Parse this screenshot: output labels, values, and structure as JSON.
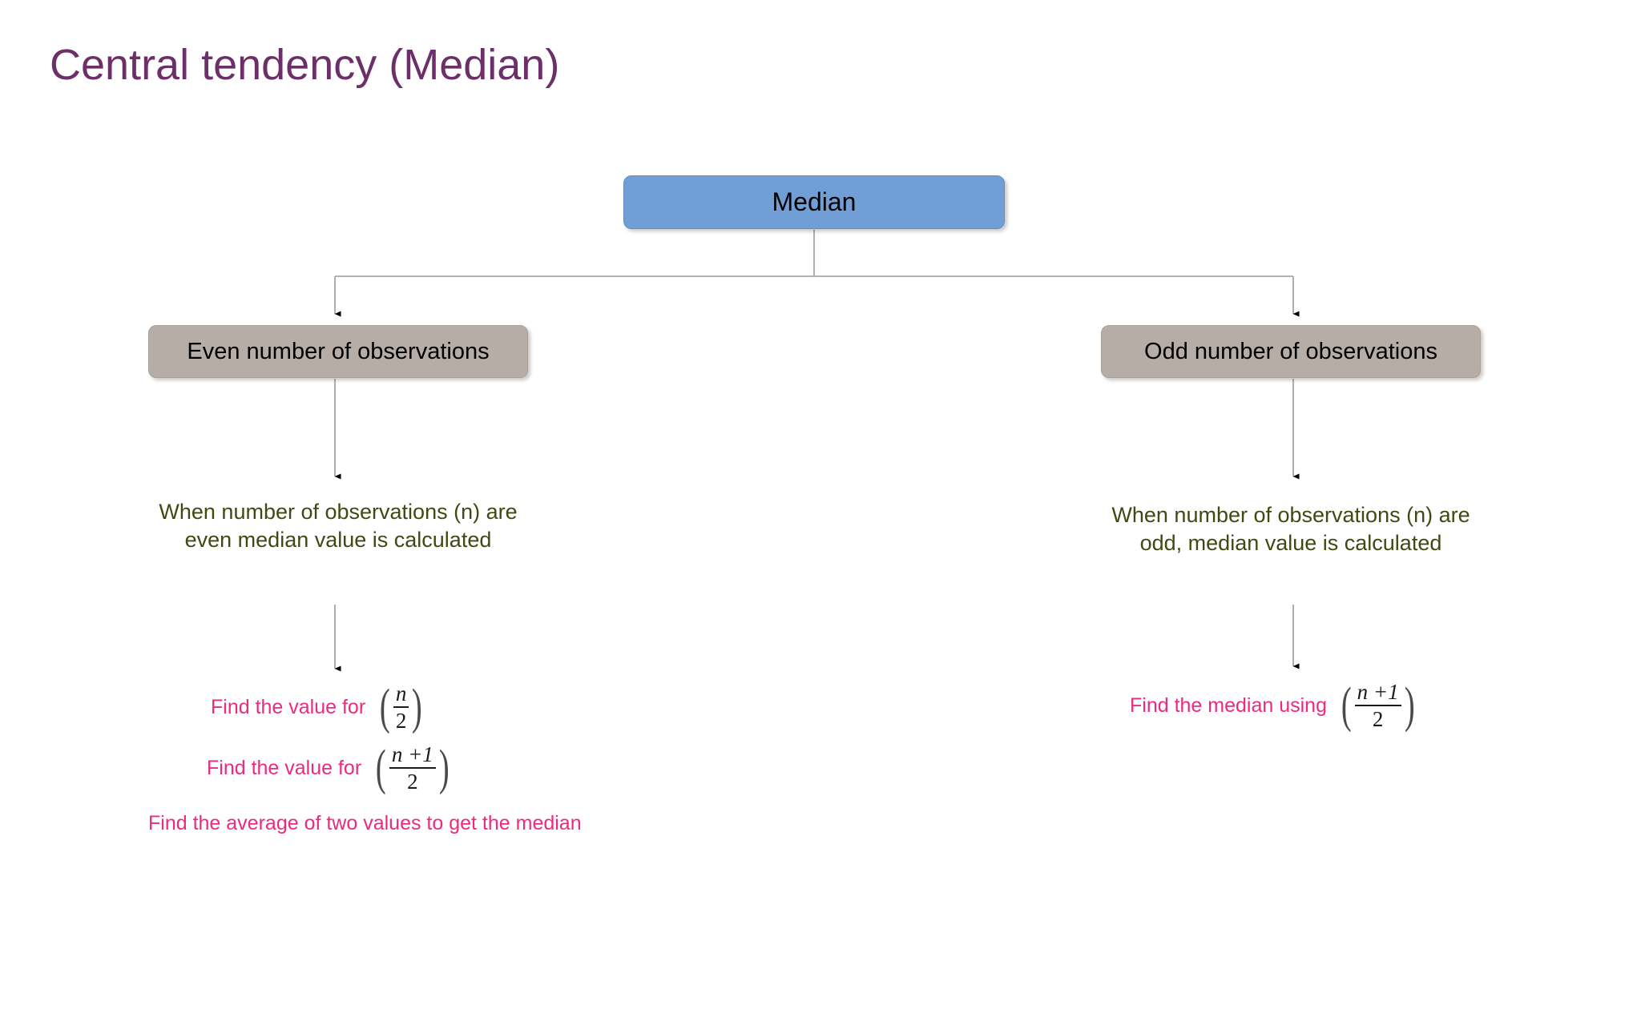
{
  "title": "Central tendency (Median)",
  "theme": {
    "title_color": "#6d2f69",
    "root_box_fill": "#729ed6",
    "branch_box_fill": "#b5ada6",
    "description_text_color": "#3f4a12",
    "step_text_color": "#ec2a7f",
    "connector_color": "#9b9b9b",
    "arrow_color": "#000000",
    "background": "#ffffff"
  },
  "nodes": {
    "root": {
      "label": "Median"
    },
    "left_branch": {
      "label": "Even number of observations"
    },
    "right_branch": {
      "label": "Odd number of observations"
    }
  },
  "descriptions": {
    "left": "When number of observations (n) are even median value is calculated",
    "right": "When number of observations (n) are odd, median value is calculated"
  },
  "steps": {
    "left": [
      {
        "label": "Find the value for",
        "formula": {
          "numerator": "n",
          "denominator": "2",
          "parentheses": true
        }
      },
      {
        "label": "Find the value for",
        "formula": {
          "numerator": "n +1",
          "denominator": "2",
          "parentheses": true
        }
      },
      {
        "label": "Find the average of two values to get the median",
        "formula": null
      }
    ],
    "right": [
      {
        "label": "Find the median using",
        "formula": {
          "numerator": "n +1",
          "denominator": "2",
          "parentheses": true
        }
      }
    ]
  },
  "glyphs": {
    "paren_left": "(",
    "paren_right": ")"
  }
}
